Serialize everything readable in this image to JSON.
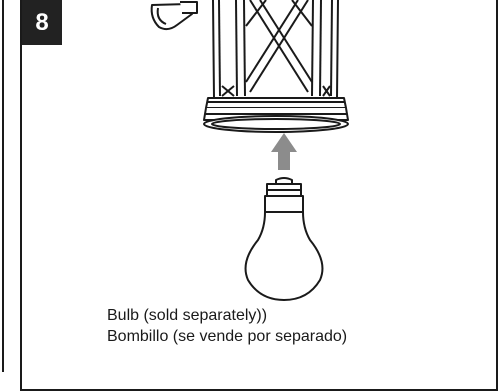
{
  "step": {
    "number": "8"
  },
  "caption": {
    "line_en": "Bulb (sold separately))",
    "line_es": "Bombillo (se vende por separado)"
  },
  "colors": {
    "line": "#1a1a1a",
    "badge_bg": "#222222",
    "arrow": "#8c8c8c"
  },
  "icons": {
    "fixture": "lantern-fixture-icon",
    "arrow": "arrow-up-icon",
    "bulb": "light-bulb-icon"
  }
}
